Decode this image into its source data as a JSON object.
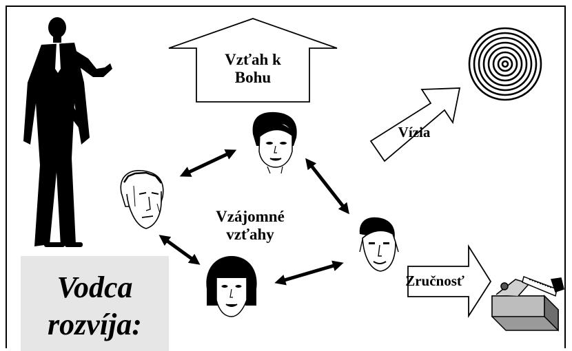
{
  "labels": {
    "god_relationship": "Vzťah k Bohu",
    "god_line1": "Vzťah k",
    "god_line2": "Bohu",
    "vision": "Vízia",
    "skill": "Zručnosť",
    "mutual_line1": "Vzájomné",
    "mutual_line2": "vzťahy"
  },
  "caption": {
    "line1": "Vodca",
    "line2": "rozvíja:"
  },
  "icons": {
    "leader": "businessman-silhouette-icon",
    "target": "concentric-target-icon",
    "toolbox": "toolbox-icon",
    "faces": [
      "woman-face-icon",
      "man-face-icon",
      "young-man-face-icon",
      "girl-face-icon"
    ]
  },
  "colors": {
    "ink": "#000000",
    "caption_bg": "#e6e6e6",
    "background": "#ffffff"
  }
}
